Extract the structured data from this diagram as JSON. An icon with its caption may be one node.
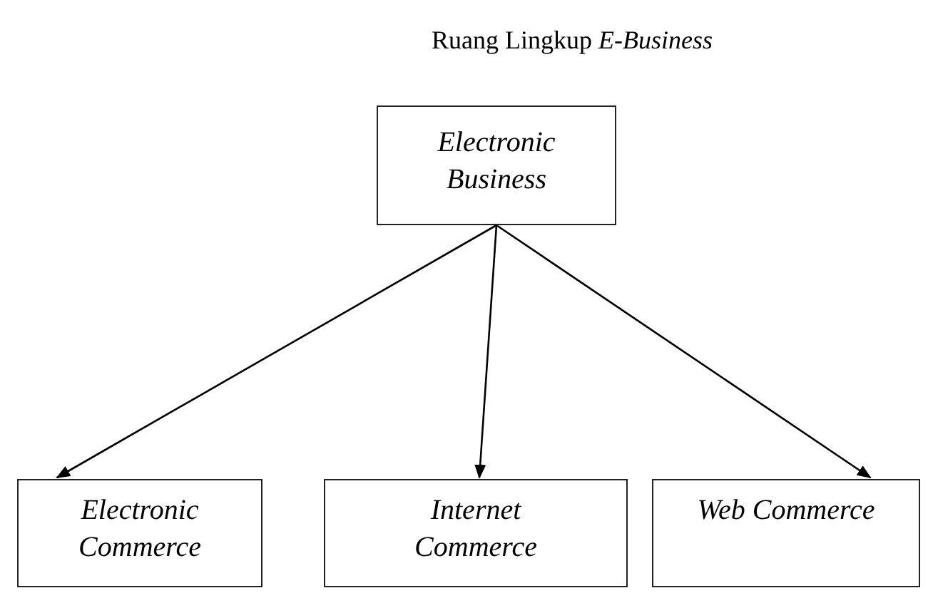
{
  "diagram": {
    "title": "Ruang Lingkup *E-Business*",
    "nodes": [
      {
        "text": [
          "Electronic Business"
        ]
      },
      {
        "text": [
          "Electronic Commerce"
        ]
      },
      {
        "text": [
          "Internet Commerce"
        ]
      },
      {
        "text": [
          "Web Commerce"
        ]
      }
    ],
    "edges": [
      {
        "from": 0,
        "to": 1,
        "arrow": "to"
      },
      {
        "from": 0,
        "to": 2,
        "arrow": "to"
      },
      {
        "from": 0,
        "to": 3,
        "arrow": "to"
      }
    ]
  }
}
